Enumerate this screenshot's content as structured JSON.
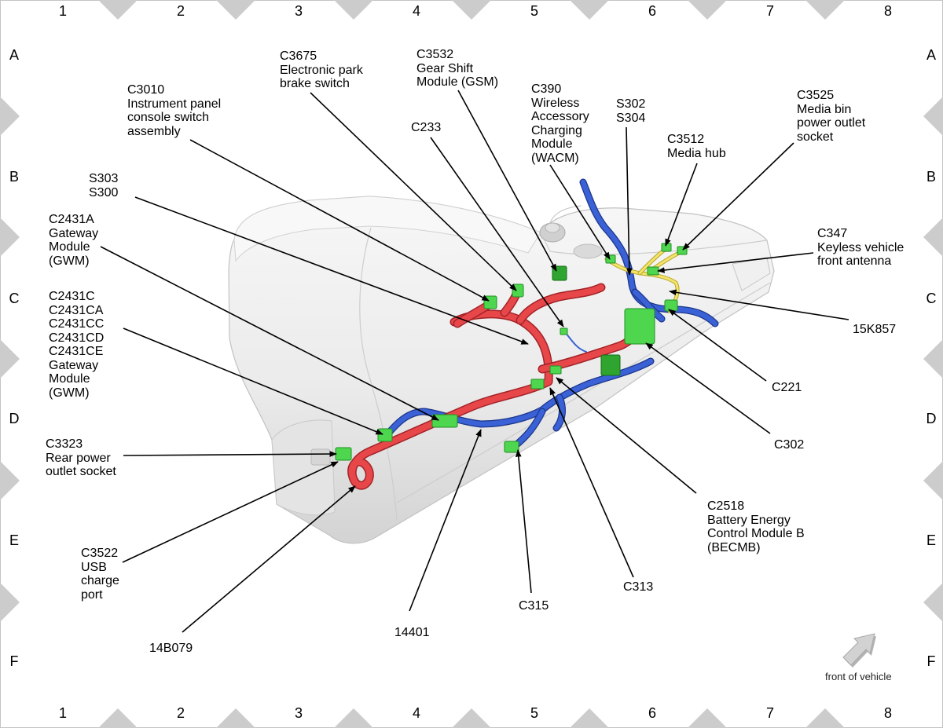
{
  "grid": {
    "columns": [
      "1",
      "2",
      "3",
      "4",
      "5",
      "6",
      "7",
      "8"
    ],
    "rows": [
      "A",
      "B",
      "C",
      "D",
      "E",
      "F"
    ]
  },
  "callouts": {
    "c3675": [
      "C3675",
      "Electronic park",
      "brake switch"
    ],
    "c3532": [
      "C3532",
      "Gear Shift",
      "Module (GSM)"
    ],
    "c3010": [
      "C3010",
      "Instrument panel",
      "console switch",
      "assembly"
    ],
    "c390": [
      "C390",
      "Wireless",
      "Accessory",
      "Charging",
      "Module",
      "(WACM)"
    ],
    "s302_s304": [
      "S302",
      "S304"
    ],
    "c3525": [
      "C3525",
      "Media bin",
      "power outlet",
      "socket"
    ],
    "c233": [
      "C233"
    ],
    "c3512": [
      "C3512",
      "Media hub"
    ],
    "s303_s300": [
      "S303",
      "S300"
    ],
    "c2431a": [
      "C2431A",
      "Gateway",
      "Module",
      "(GWM)"
    ],
    "c347": [
      "C347",
      "Keyless vehicle",
      "front antenna"
    ],
    "c2431c": [
      "C2431C",
      "C2431CA",
      "C2431CC",
      "C2431CD",
      "C2431CE",
      "Gateway",
      "Module",
      "(GWM)"
    ],
    "15k857": [
      "15K857"
    ],
    "c221": [
      "C221"
    ],
    "c302": [
      "C302"
    ],
    "c3323": [
      "C3323",
      "Rear power",
      "outlet socket"
    ],
    "c2518": [
      "C2518",
      "Battery Energy",
      "Control Module B",
      "(BECMB)"
    ],
    "c3522": [
      "C3522",
      "USB",
      "charge",
      "port"
    ],
    "c313": [
      "C313"
    ],
    "c315": [
      "C315"
    ],
    "14401": [
      "14401"
    ],
    "14b079": [
      "14B079"
    ]
  },
  "orientation": {
    "label": "front of vehicle",
    "icon": "arrow-up-right-icon"
  },
  "colors": {
    "wire_red": "#e8474a",
    "wire_blue": "#3a62d6",
    "wire_yellow": "#f2e46a",
    "connector_green": "#4fd64f",
    "console_body": "#ececec",
    "grid_marker": "#cccccc"
  }
}
